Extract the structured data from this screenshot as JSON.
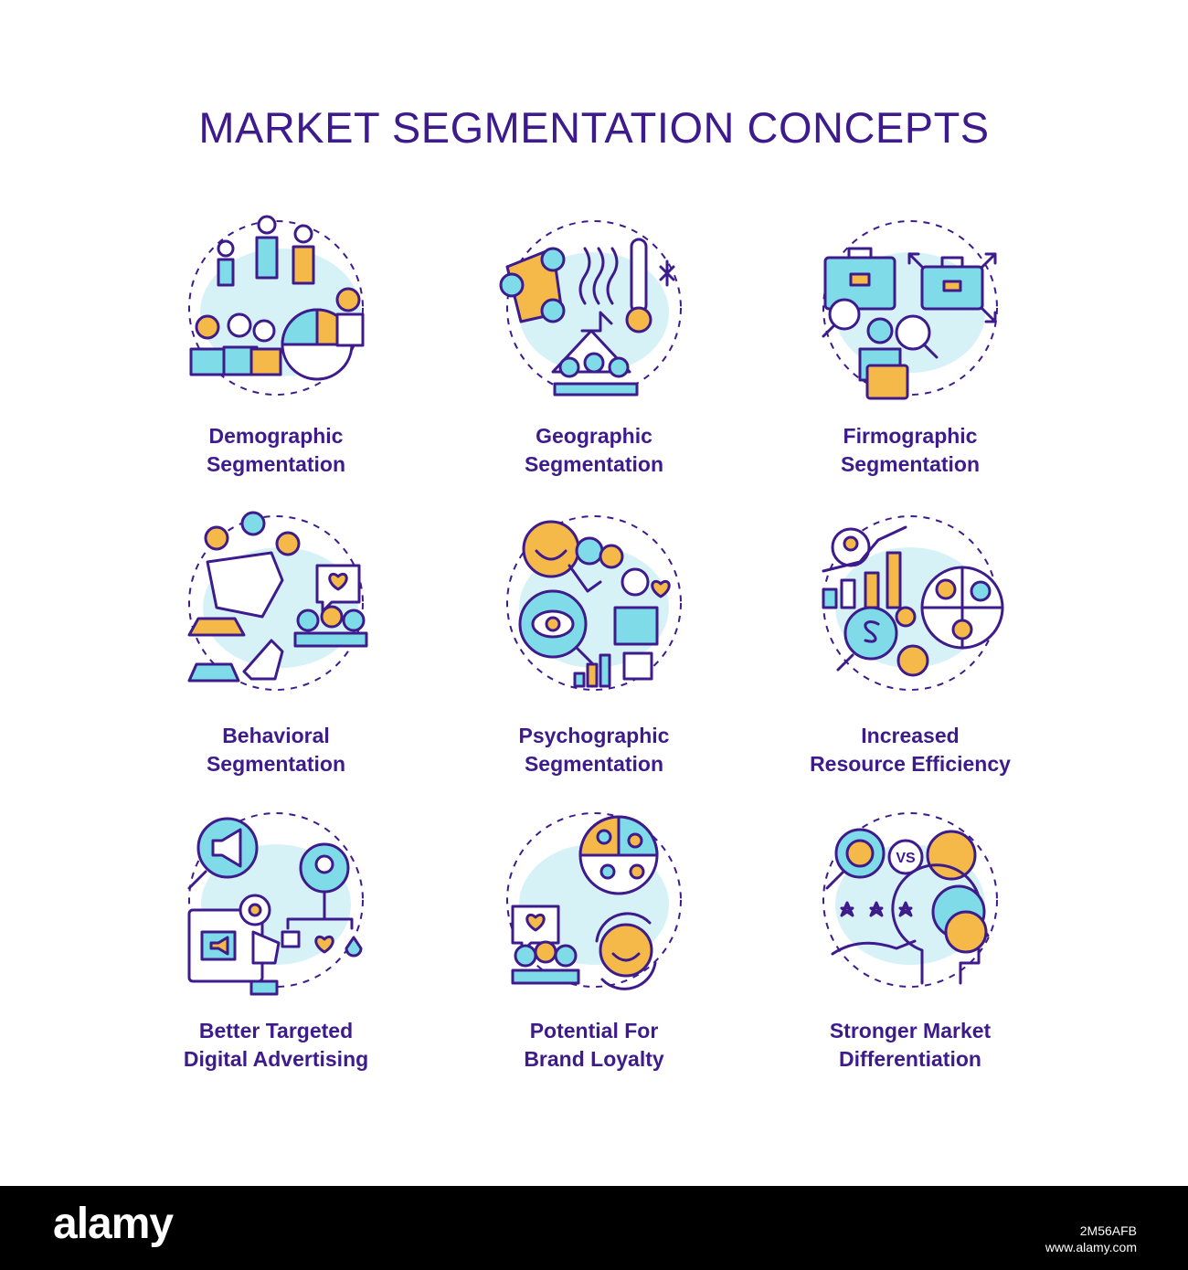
{
  "title": "MARKET SEGMENTATION CONCEPTS",
  "colors": {
    "text": "#3d1b8c",
    "cyan": "#7fdbe8",
    "light_blob": "#d7f2f7",
    "yellow": "#f5b949"
  },
  "concepts": [
    {
      "line1": "Demographic",
      "line2": "Segmentation",
      "icon": "people-pie-chart-icon"
    },
    {
      "line1": "Geographic",
      "line2": "Segmentation",
      "icon": "map-thermometer-icon"
    },
    {
      "line1": "Firmographic",
      "line2": "Segmentation",
      "icon": "briefcase-arrows-icon"
    },
    {
      "line1": "Behavioral",
      "line2": "Segmentation",
      "icon": "emoji-map-car-icon"
    },
    {
      "line1": "Psychographic",
      "line2": "Segmentation",
      "icon": "emoji-eye-heart-icon"
    },
    {
      "line1": "Increased",
      "line2": "Resource Efficiency",
      "icon": "chart-gear-target-icon"
    },
    {
      "line1": "Better Targeted",
      "line2": "Digital Advertising",
      "icon": "megaphone-gear-icon"
    },
    {
      "line1": "Potential For",
      "line2": "Brand Loyalty",
      "icon": "heart-smile-cycle-icon"
    },
    {
      "line1": "Stronger Market",
      "line2": "Differentiation",
      "icon": "vs-stars-brain-icon"
    }
  ],
  "footer": {
    "brand": "alamy",
    "image_code": "2M56AFB",
    "site": "www.alamy.com"
  }
}
